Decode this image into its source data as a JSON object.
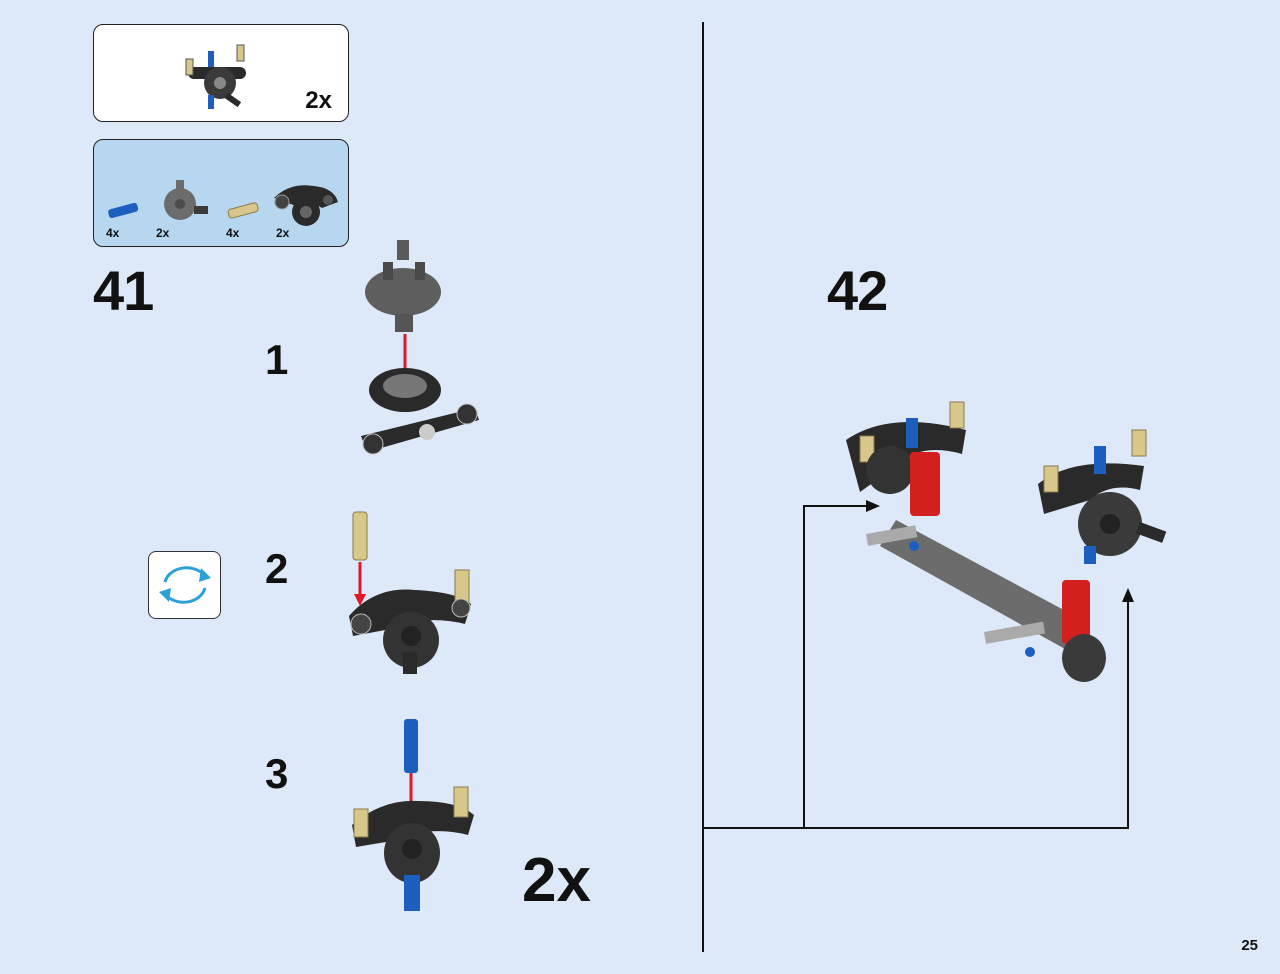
{
  "callout": {
    "result_quantity": "2x",
    "parts": [
      {
        "name": "blue-pin",
        "quantity": "4x"
      },
      {
        "name": "grey-ball-joint",
        "quantity": "2x"
      },
      {
        "name": "tan-pin",
        "quantity": "4x"
      },
      {
        "name": "black-steering-arm",
        "quantity": "2x"
      }
    ]
  },
  "step_41": {
    "number": "41",
    "substeps": [
      "1",
      "2",
      "3"
    ],
    "repeat_quantity": "2x"
  },
  "step_42": {
    "number": "42"
  },
  "page_number": "25",
  "colors": {
    "background": "#dde9f8",
    "parts_panel": "#b7d6f0",
    "arrow": "#e0182a",
    "blue_pin": "#1c5fbf",
    "tan_pin": "#d8c78a",
    "red_beam": "#d41f1f",
    "dark_grey": "#3a3a3a",
    "light_grey": "#8a8a8a"
  },
  "icons": [
    "rotate-icon"
  ]
}
